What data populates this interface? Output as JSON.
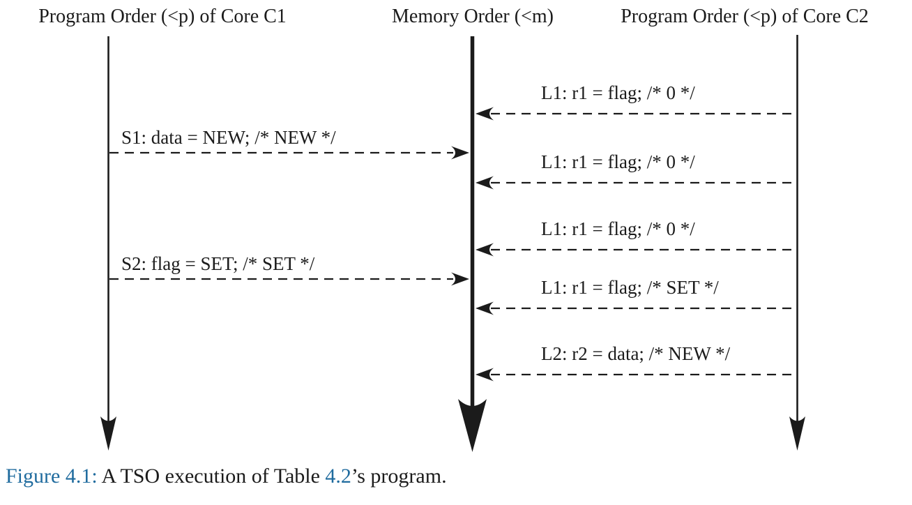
{
  "diagram": {
    "headers": {
      "c1": "Program Order (<p) of Core C1",
      "memory": "Memory Order (<m)",
      "c2": "Program Order (<p) of Core C2"
    },
    "core_c1_events": [
      {
        "id": "S1",
        "label": "S1: data = NEW; /* NEW */"
      },
      {
        "id": "S2",
        "label": "S2: flag = SET; /* SET */"
      }
    ],
    "core_c2_events": [
      {
        "id": "L1",
        "label": "L1: r1 = flag; /* 0 */"
      },
      {
        "id": "L1",
        "label": "L1: r1 = flag; /* 0 */"
      },
      {
        "id": "L1",
        "label": "L1: r1 = flag; /* 0 */"
      },
      {
        "id": "L1",
        "label": "L1: r1 = flag; /* SET */"
      },
      {
        "id": "L2",
        "label": "L2: r2 = data; /* NEW */"
      }
    ],
    "colors": {
      "line": "#1b1b1b",
      "caption_accent": "#1f6b9e"
    }
  },
  "caption": {
    "figure_label": "Figure 4.1:",
    "text_before_ref": " A TSO execution of Table ",
    "table_ref": "4.2",
    "text_after_ref": "’s program."
  }
}
